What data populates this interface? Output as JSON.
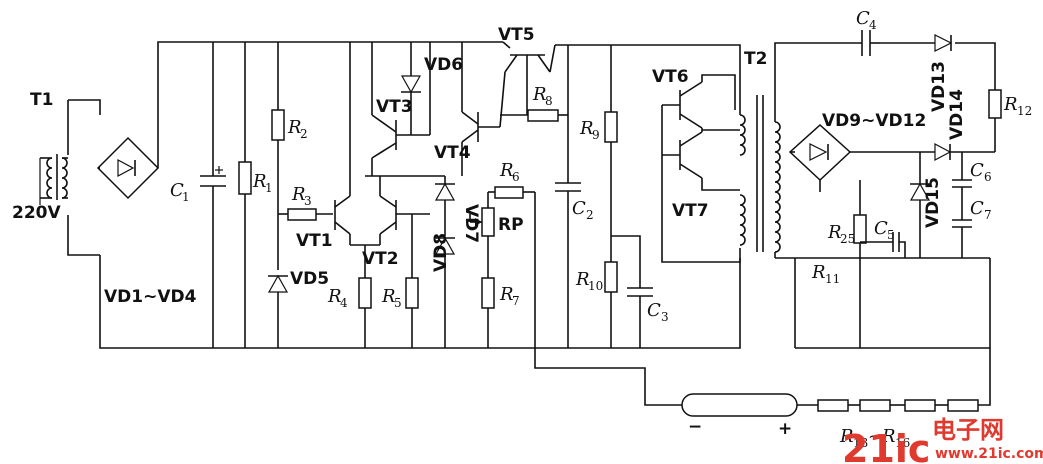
{
  "labels": {
    "t1": "T1",
    "v220": "220V",
    "c1": "C",
    "c1_sub": "1",
    "r1": "R",
    "r1_sub": "1",
    "r2": "R",
    "r2_sub": "2",
    "r3": "R",
    "r3_sub": "3",
    "vt1": "VT1",
    "vd5": "VD5",
    "vd14_bridge": "VD1~VD4",
    "vt2": "VT2",
    "r4": "R",
    "r4_sub": "4",
    "r5": "R",
    "r5_sub": "5",
    "vt3": "VT3",
    "vd6": "VD6",
    "vt4": "VT4",
    "vd7": "VD7",
    "vd8": "VD8",
    "vt5": "VT5",
    "r8": "R",
    "r8_sub": "8",
    "r6": "R",
    "r6_sub": "6",
    "rp": "RP",
    "r7": "R",
    "r7_sub": "7",
    "r9": "R",
    "r9_sub": "9",
    "c2": "C",
    "c2_sub": "2",
    "r10": "R",
    "r10_sub": "10",
    "c3": "C",
    "c3_sub": "3",
    "vt6": "VT6",
    "vt7": "VT7",
    "t2": "T2",
    "c4": "C",
    "c4_sub": "4",
    "vd912": "VD9~VD12",
    "vd13": "VD13",
    "vd14": "VD14",
    "r12": "R",
    "r12_sub": "12",
    "c6": "C",
    "c6_sub": "6",
    "vd15": "VD15",
    "c7": "C",
    "c7_sub": "7",
    "r25": "R",
    "r25_sub": "25",
    "c5": "C",
    "c5_sub": "5",
    "r11": "R",
    "r11_sub": "11",
    "minus": "−",
    "plus": "+",
    "r1316": "R",
    "r1316_sub_a": "13",
    "r1316_mid": "~",
    "r1316_b": "R",
    "r1316_sub_b": "16"
  },
  "watermark": {
    "num": "21ic",
    "cn": "电子网",
    "url": "www.21ic.com"
  },
  "colors": {
    "ink": "#111111",
    "watermark": "#e03a2f"
  }
}
